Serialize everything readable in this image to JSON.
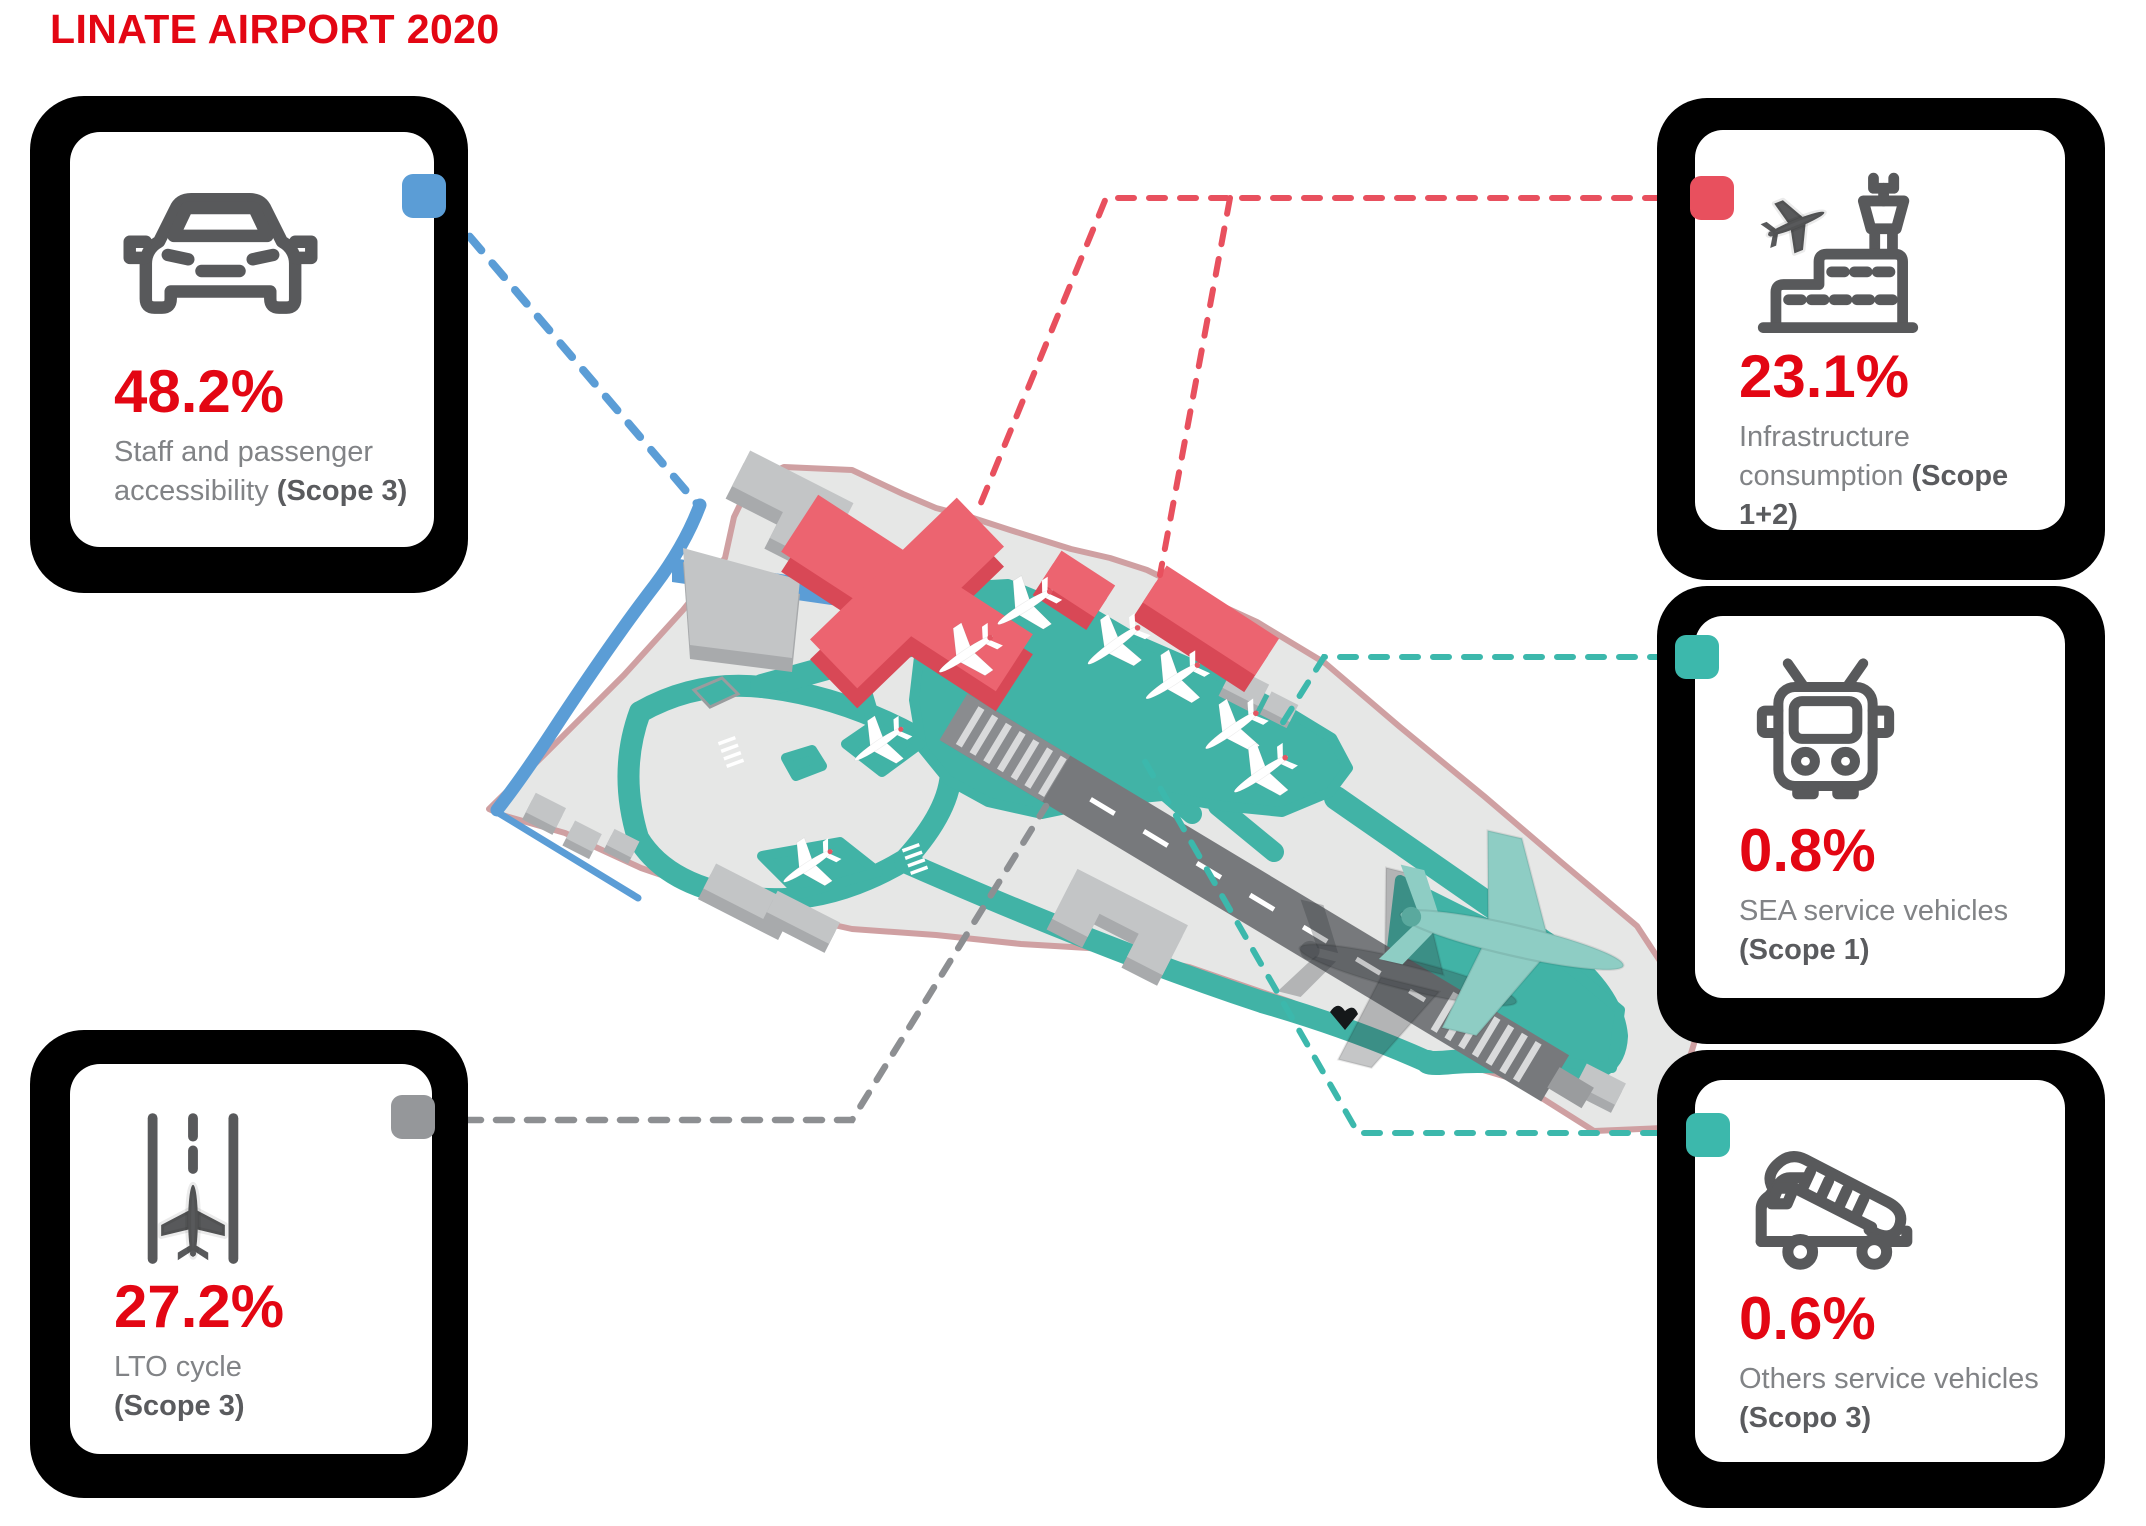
{
  "title": "LINATE AIRPORT 2020",
  "colors": {
    "red": "#e30613",
    "red-accent": "#e8505e",
    "red-top": "#ec6470",
    "red-side": "#d84856",
    "teal": "#41b3a6",
    "teal-accent": "#3cb8ac",
    "teal-plane": "#8ecdc4",
    "blue": "#5b9dd6",
    "gray-accent": "#95979a",
    "gray-dash": "#8d8f92",
    "icon": "#58595b",
    "caption": "#818386",
    "caption-bold": "#5a5b5e",
    "land": "#e6e7e6",
    "land-edge": "#cfa0a2",
    "building": "#c3c5c6",
    "building-side": "#a8aaac",
    "building-dark": "#9a9c9e",
    "runway": "#77797c",
    "runway-key": "#d9dadb",
    "card-frame": "#000000",
    "card-bg": "#ffffff"
  },
  "cards": [
    {
      "name": "staff-passenger-accessibility",
      "icon": "car-icon",
      "percent": "48.2%",
      "caption": "Staff and passenger accessibility",
      "scope": "(Scope 3)",
      "connector": "blue"
    },
    {
      "name": "infrastructure-consumption",
      "icon": "airport-terminal-icon",
      "percent": "23.1%",
      "caption": "Infrastructure consumption",
      "scope": "(Scope 1+2)",
      "connector": "red"
    },
    {
      "name": "sea-service-vehicles",
      "icon": "trolleybus-icon",
      "percent": "0.8%",
      "caption": "SEA service vehicles",
      "scope": "(Scope 1)",
      "connector": "teal"
    },
    {
      "name": "others-service-vehicles",
      "icon": "stairs-truck-icon",
      "percent": "0.6%",
      "caption": "Others service vehicles",
      "scope": "(Scopo 3)",
      "connector": "teal"
    },
    {
      "name": "lto-cycle",
      "icon": "runway-icon",
      "percent": "27.2%",
      "caption": "LTO cycle",
      "scope": "(Scope 3)",
      "connector": "gray"
    }
  ],
  "map": {
    "parked_planes": 8,
    "flying_plane": 1,
    "features": [
      "terminal",
      "runway",
      "aprons",
      "taxiways",
      "river",
      "buildings"
    ]
  }
}
